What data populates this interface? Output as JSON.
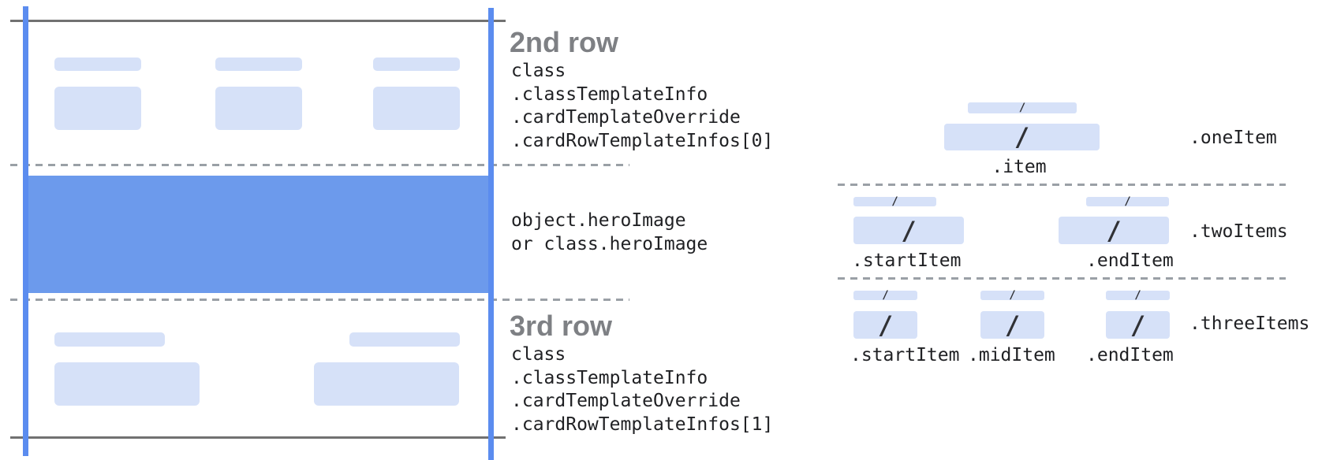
{
  "colors": {
    "guide_blue": "#5b8cef",
    "hero_blue": "#6c9aec",
    "placeholder_blue": "#d6e1f8",
    "frame_gray": "#717171",
    "dash_gray": "#9aa0a6",
    "heading_gray": "#7e8084",
    "code_text": "#202124",
    "slash_dark": "#303135"
  },
  "card_annotations": {
    "row2": {
      "title": "2nd row",
      "code_lines": [
        "class",
        ".classTemplateInfo",
        ".cardTemplateOverride",
        ".cardRowTemplateInfos[0]"
      ]
    },
    "hero": {
      "code_lines": [
        "object.heroImage",
        "or class.heroImage"
      ]
    },
    "row3": {
      "title": "3rd row",
      "code_lines": [
        "class",
        ".classTemplateInfo",
        ".cardTemplateOverride",
        ".cardRowTemplateInfos[1]"
      ]
    }
  },
  "item_layouts": {
    "slash": "/",
    "one_item": {
      "group_label": ".oneItem",
      "item_label": ".item"
    },
    "two_items": {
      "group_label": ".twoItems",
      "start_label": ".startItem",
      "end_label": ".endItem"
    },
    "three_items": {
      "group_label": ".threeItems",
      "start_label": ".startItem",
      "mid_label": ".midItem",
      "end_label": ".endItem"
    }
  }
}
